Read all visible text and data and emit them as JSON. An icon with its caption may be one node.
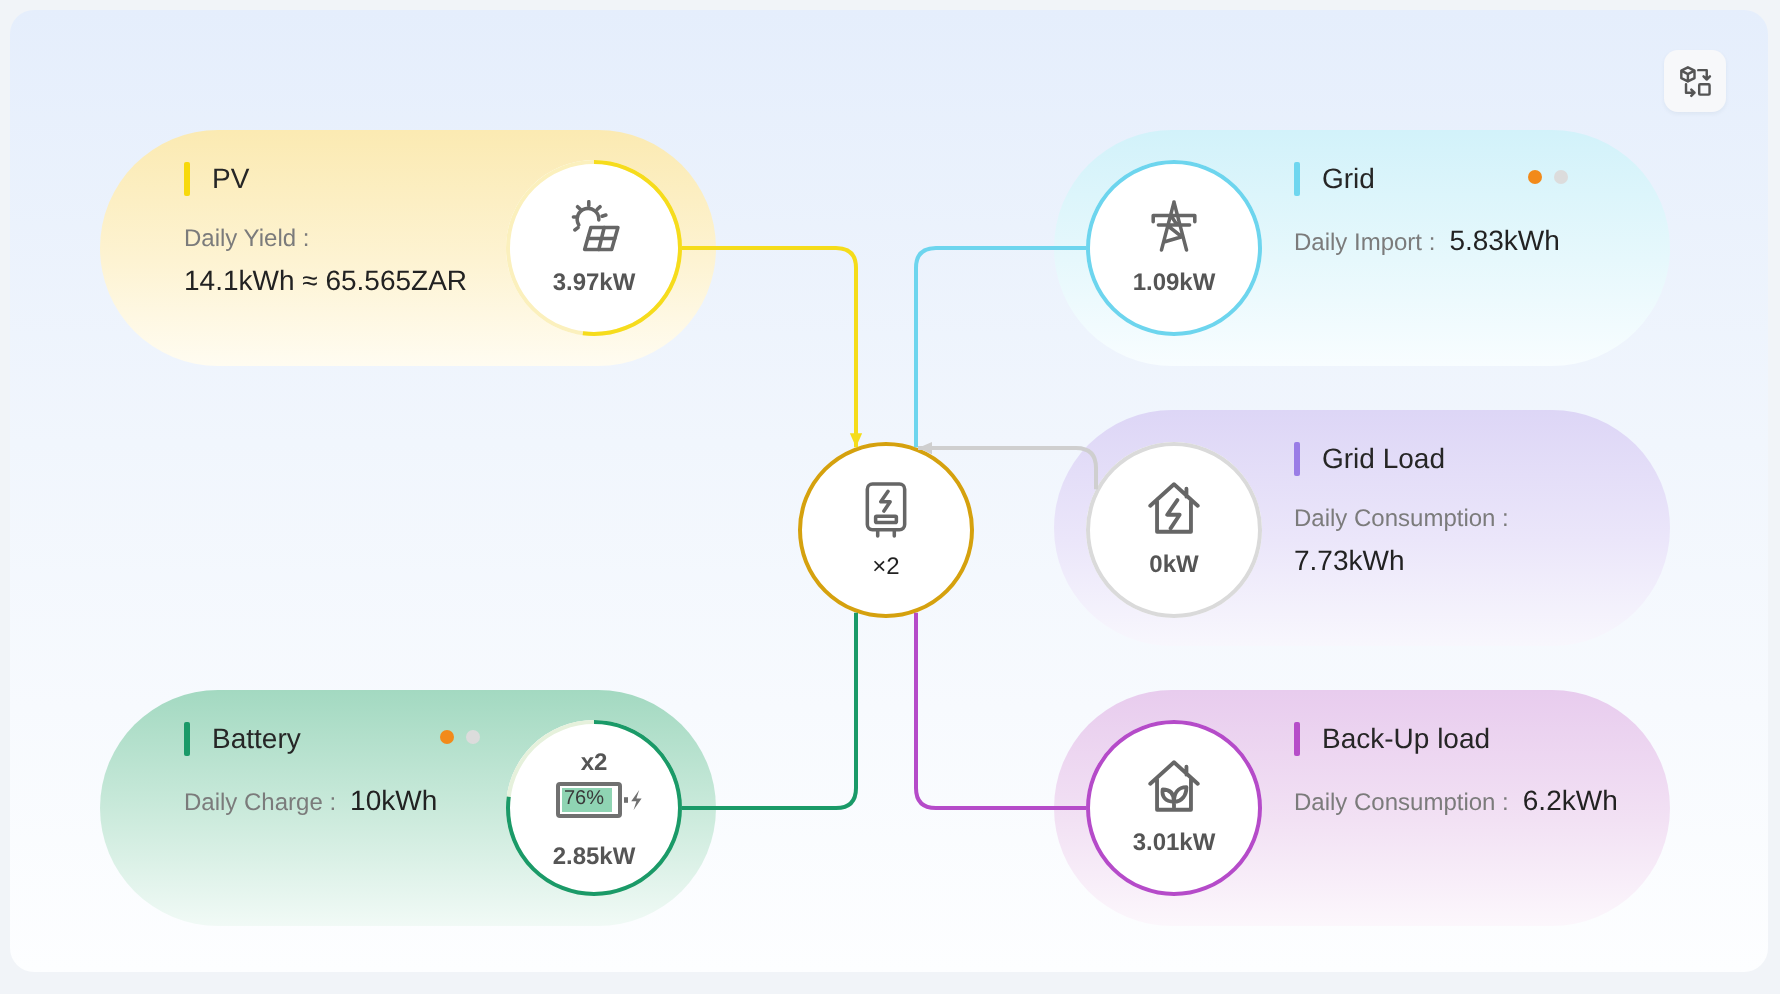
{
  "diagram": {
    "nodes": [
      {
        "text": [
          "PV",
          "Daily Yield :",
          "14.1kWh ≈ 65.565ZAR"
        ]
      },
      {
        "text": [
          "3.97kW"
        ],
        "in": 0
      },
      {
        "text": [
          "Grid",
          "Daily Import :",
          "5.83kWh"
        ]
      },
      {
        "text": [
          "1.09kW"
        ],
        "in": 2
      },
      {
        "text": [
          "×2"
        ]
      },
      {
        "text": [
          "Grid Load",
          "Daily Consumption :",
          "7.73kWh"
        ]
      },
      {
        "text": [
          "0kW"
        ],
        "in": 5
      },
      {
        "text": [
          "Battery",
          "Daily Charge :",
          "10kWh"
        ]
      },
      {
        "text": [
          "x2",
          "76%",
          "2.85kW"
        ],
        "in": 7
      },
      {
        "text": [
          "Back-Up load",
          "Daily Consumption :",
          "6.2kWh"
        ]
      },
      {
        "text": [
          "3.01kW"
        ],
        "in": 9
      }
    ],
    "edges": [
      {
        "from": 1,
        "to": 4,
        "arrow": "to",
        "color": "#f5dc1a"
      },
      {
        "from": 3,
        "to": 4,
        "arrow": "none",
        "color": "#6dd5ee"
      },
      {
        "from": 6,
        "to": 4,
        "arrow": "to",
        "color": "#cfcfcf"
      },
      {
        "from": 8,
        "to": 4,
        "arrow": "none",
        "color": "#1a9a68"
      },
      {
        "from": 4,
        "to": 10,
        "arrow": "none",
        "color": "#b54bc9"
      }
    ]
  }
}
